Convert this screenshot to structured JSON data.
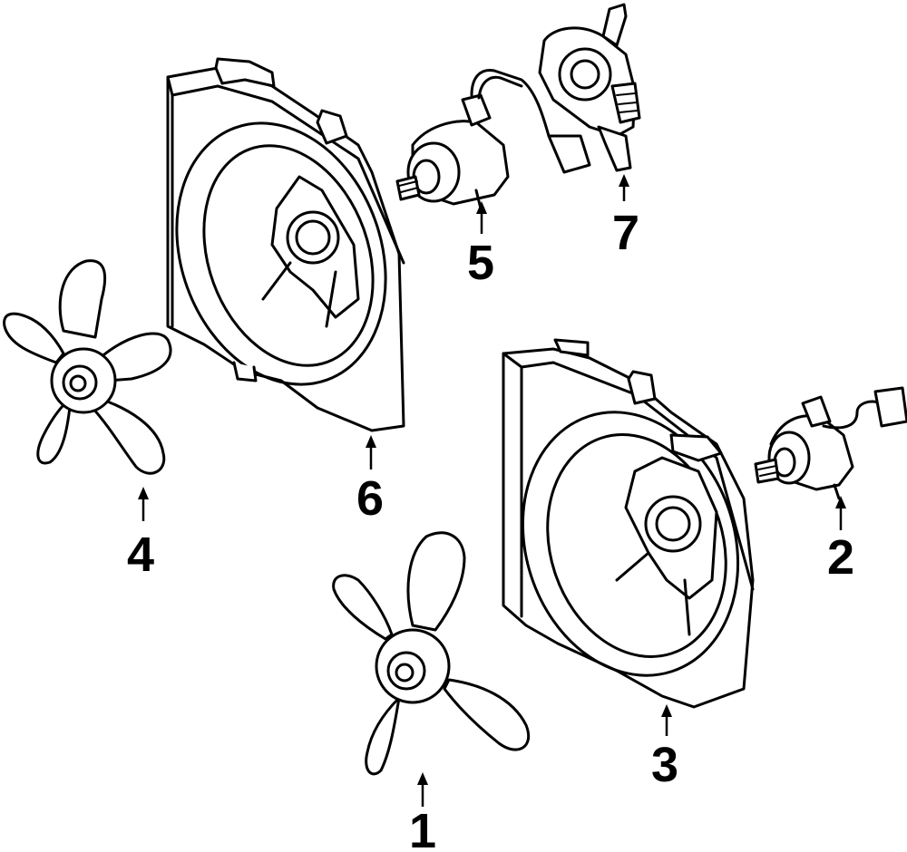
{
  "diagram": {
    "parts": [
      {
        "id": "fan-blade-lower",
        "callout": "1"
      },
      {
        "id": "fan-motor-right",
        "callout": "2"
      },
      {
        "id": "fan-shroud-right",
        "callout": "3"
      },
      {
        "id": "fan-blade-left",
        "callout": "4"
      },
      {
        "id": "fan-motor-upper",
        "callout": "5"
      },
      {
        "id": "fan-shroud-left",
        "callout": "6"
      },
      {
        "id": "motor-bracket",
        "callout": "7"
      }
    ]
  }
}
